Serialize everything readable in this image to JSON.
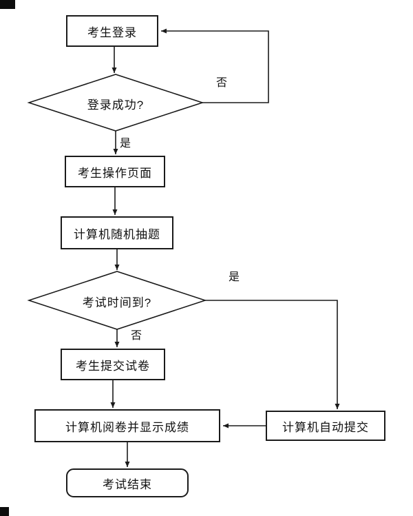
{
  "diagram": {
    "title": "exam-system-flowchart",
    "nodes": {
      "login": {
        "label": "考生登录",
        "type": "rect"
      },
      "login_check": {
        "label": "登录成功?",
        "type": "diamond"
      },
      "operate": {
        "label": "考生操作页面",
        "type": "rect"
      },
      "random": {
        "label": "计算机随机抽题",
        "type": "rect"
      },
      "time_check": {
        "label": "考试时间到?",
        "type": "diamond"
      },
      "submit": {
        "label": "考生提交试卷",
        "type": "rect"
      },
      "grade": {
        "label": "计算机阅卷并显示成绩",
        "type": "rect"
      },
      "autosubmit": {
        "label": "计算机自动提交",
        "type": "rect"
      },
      "end": {
        "label": "考试结束",
        "type": "terminal"
      }
    },
    "edge_labels": {
      "login_no": "否",
      "login_yes": "是",
      "time_yes": "是",
      "time_no": "否"
    },
    "colors": {
      "stroke": "#1a1a1a",
      "background": "#ffffff",
      "text": "#111111"
    }
  }
}
